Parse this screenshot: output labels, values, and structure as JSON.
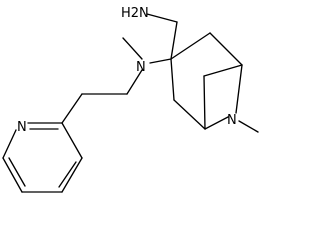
{
  "molecule": {
    "atoms": {
      "nh2": "H2N",
      "amine_n": "N",
      "bridge_n": "N",
      "pyridine_n": "N"
    }
  }
}
